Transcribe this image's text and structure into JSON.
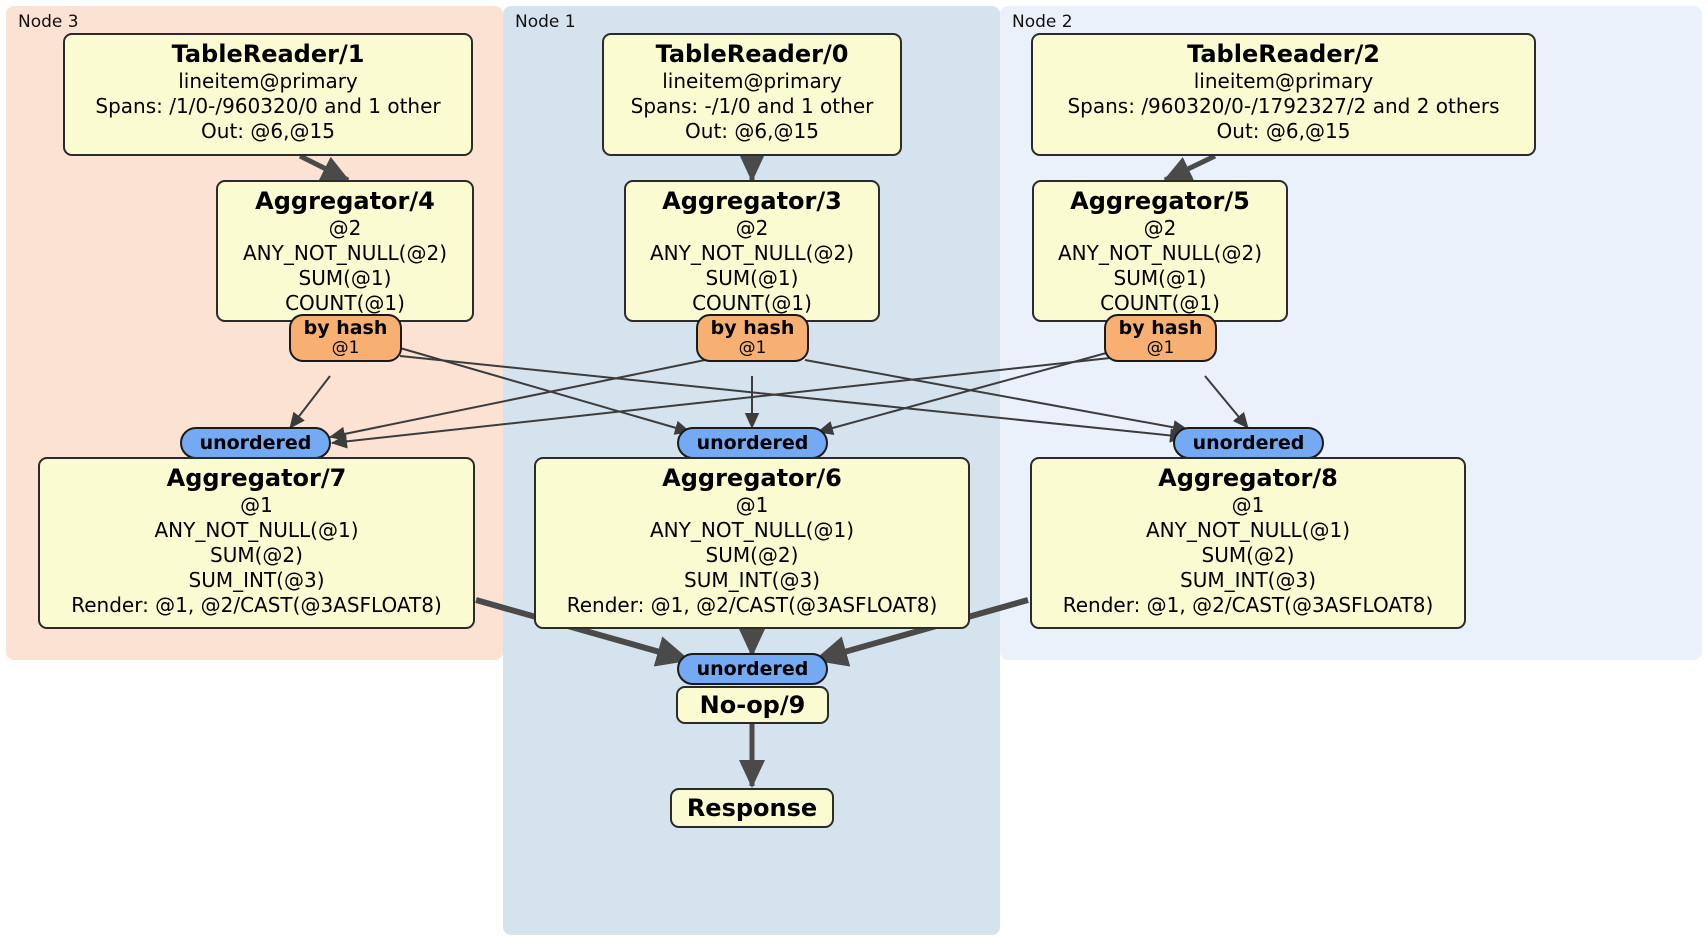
{
  "diagram": {
    "type": "distsql-physical-plan",
    "colors": {
      "node3_panel": "#fbe2d3",
      "node1_panel": "#d4e3ed",
      "node2_panel": "#eaf1fb",
      "processor_box": "#fbfbd2",
      "box_border": "#2b2b2b",
      "hash_router": "#f7b072",
      "synchronizer": "#74a9f4",
      "edge": "#3c3c3c"
    }
  },
  "nodes": [
    {
      "id": "node3",
      "label": "Node 3"
    },
    {
      "id": "node1",
      "label": "Node 1"
    },
    {
      "id": "node2",
      "label": "Node 2"
    }
  ],
  "processors": {
    "table_reader_1": {
      "title": "TableReader/1",
      "lines": [
        "lineitem@primary",
        "Spans: /1/0-/960320/0 and 1 other",
        "Out: @6,@15"
      ]
    },
    "table_reader_0": {
      "title": "TableReader/0",
      "lines": [
        "lineitem@primary",
        "Spans: -/1/0 and 1 other",
        "Out: @6,@15"
      ]
    },
    "table_reader_2": {
      "title": "TableReader/2",
      "lines": [
        "lineitem@primary",
        "Spans: /960320/0-/1792327/2 and 2 others",
        "Out: @6,@15"
      ]
    },
    "aggregator_4": {
      "title": "Aggregator/4",
      "lines": [
        "@2",
        "ANY_NOT_NULL(@2)",
        "SUM(@1)",
        "COUNT(@1)"
      ]
    },
    "aggregator_3": {
      "title": "Aggregator/3",
      "lines": [
        "@2",
        "ANY_NOT_NULL(@2)",
        "SUM(@1)",
        "COUNT(@1)"
      ]
    },
    "aggregator_5": {
      "title": "Aggregator/5",
      "lines": [
        "@2",
        "ANY_NOT_NULL(@2)",
        "SUM(@1)",
        "COUNT(@1)"
      ]
    },
    "aggregator_7": {
      "title": "Aggregator/7",
      "lines": [
        "@1",
        "ANY_NOT_NULL(@1)",
        "SUM(@2)",
        "SUM_INT(@3)",
        "Render: @1, @2/CAST(@3ASFLOAT8)"
      ]
    },
    "aggregator_6": {
      "title": "Aggregator/6",
      "lines": [
        "@1",
        "ANY_NOT_NULL(@1)",
        "SUM(@2)",
        "SUM_INT(@3)",
        "Render: @1, @2/CAST(@3ASFLOAT8)"
      ]
    },
    "aggregator_8": {
      "title": "Aggregator/8",
      "lines": [
        "@1",
        "ANY_NOT_NULL(@1)",
        "SUM(@2)",
        "SUM_INT(@3)",
        "Render: @1, @2/CAST(@3ASFLOAT8)"
      ]
    },
    "noop_9": {
      "title": "No-op/9"
    },
    "response": {
      "title": "Response"
    }
  },
  "routers": {
    "hash_4": {
      "title": "by hash",
      "sub": "@1"
    },
    "hash_3": {
      "title": "by hash",
      "sub": "@1"
    },
    "hash_5": {
      "title": "by hash",
      "sub": "@1"
    }
  },
  "synchronizers": {
    "sync_7": {
      "title": "unordered"
    },
    "sync_6": {
      "title": "unordered"
    },
    "sync_8": {
      "title": "unordered"
    },
    "sync_final": {
      "title": "unordered"
    }
  }
}
